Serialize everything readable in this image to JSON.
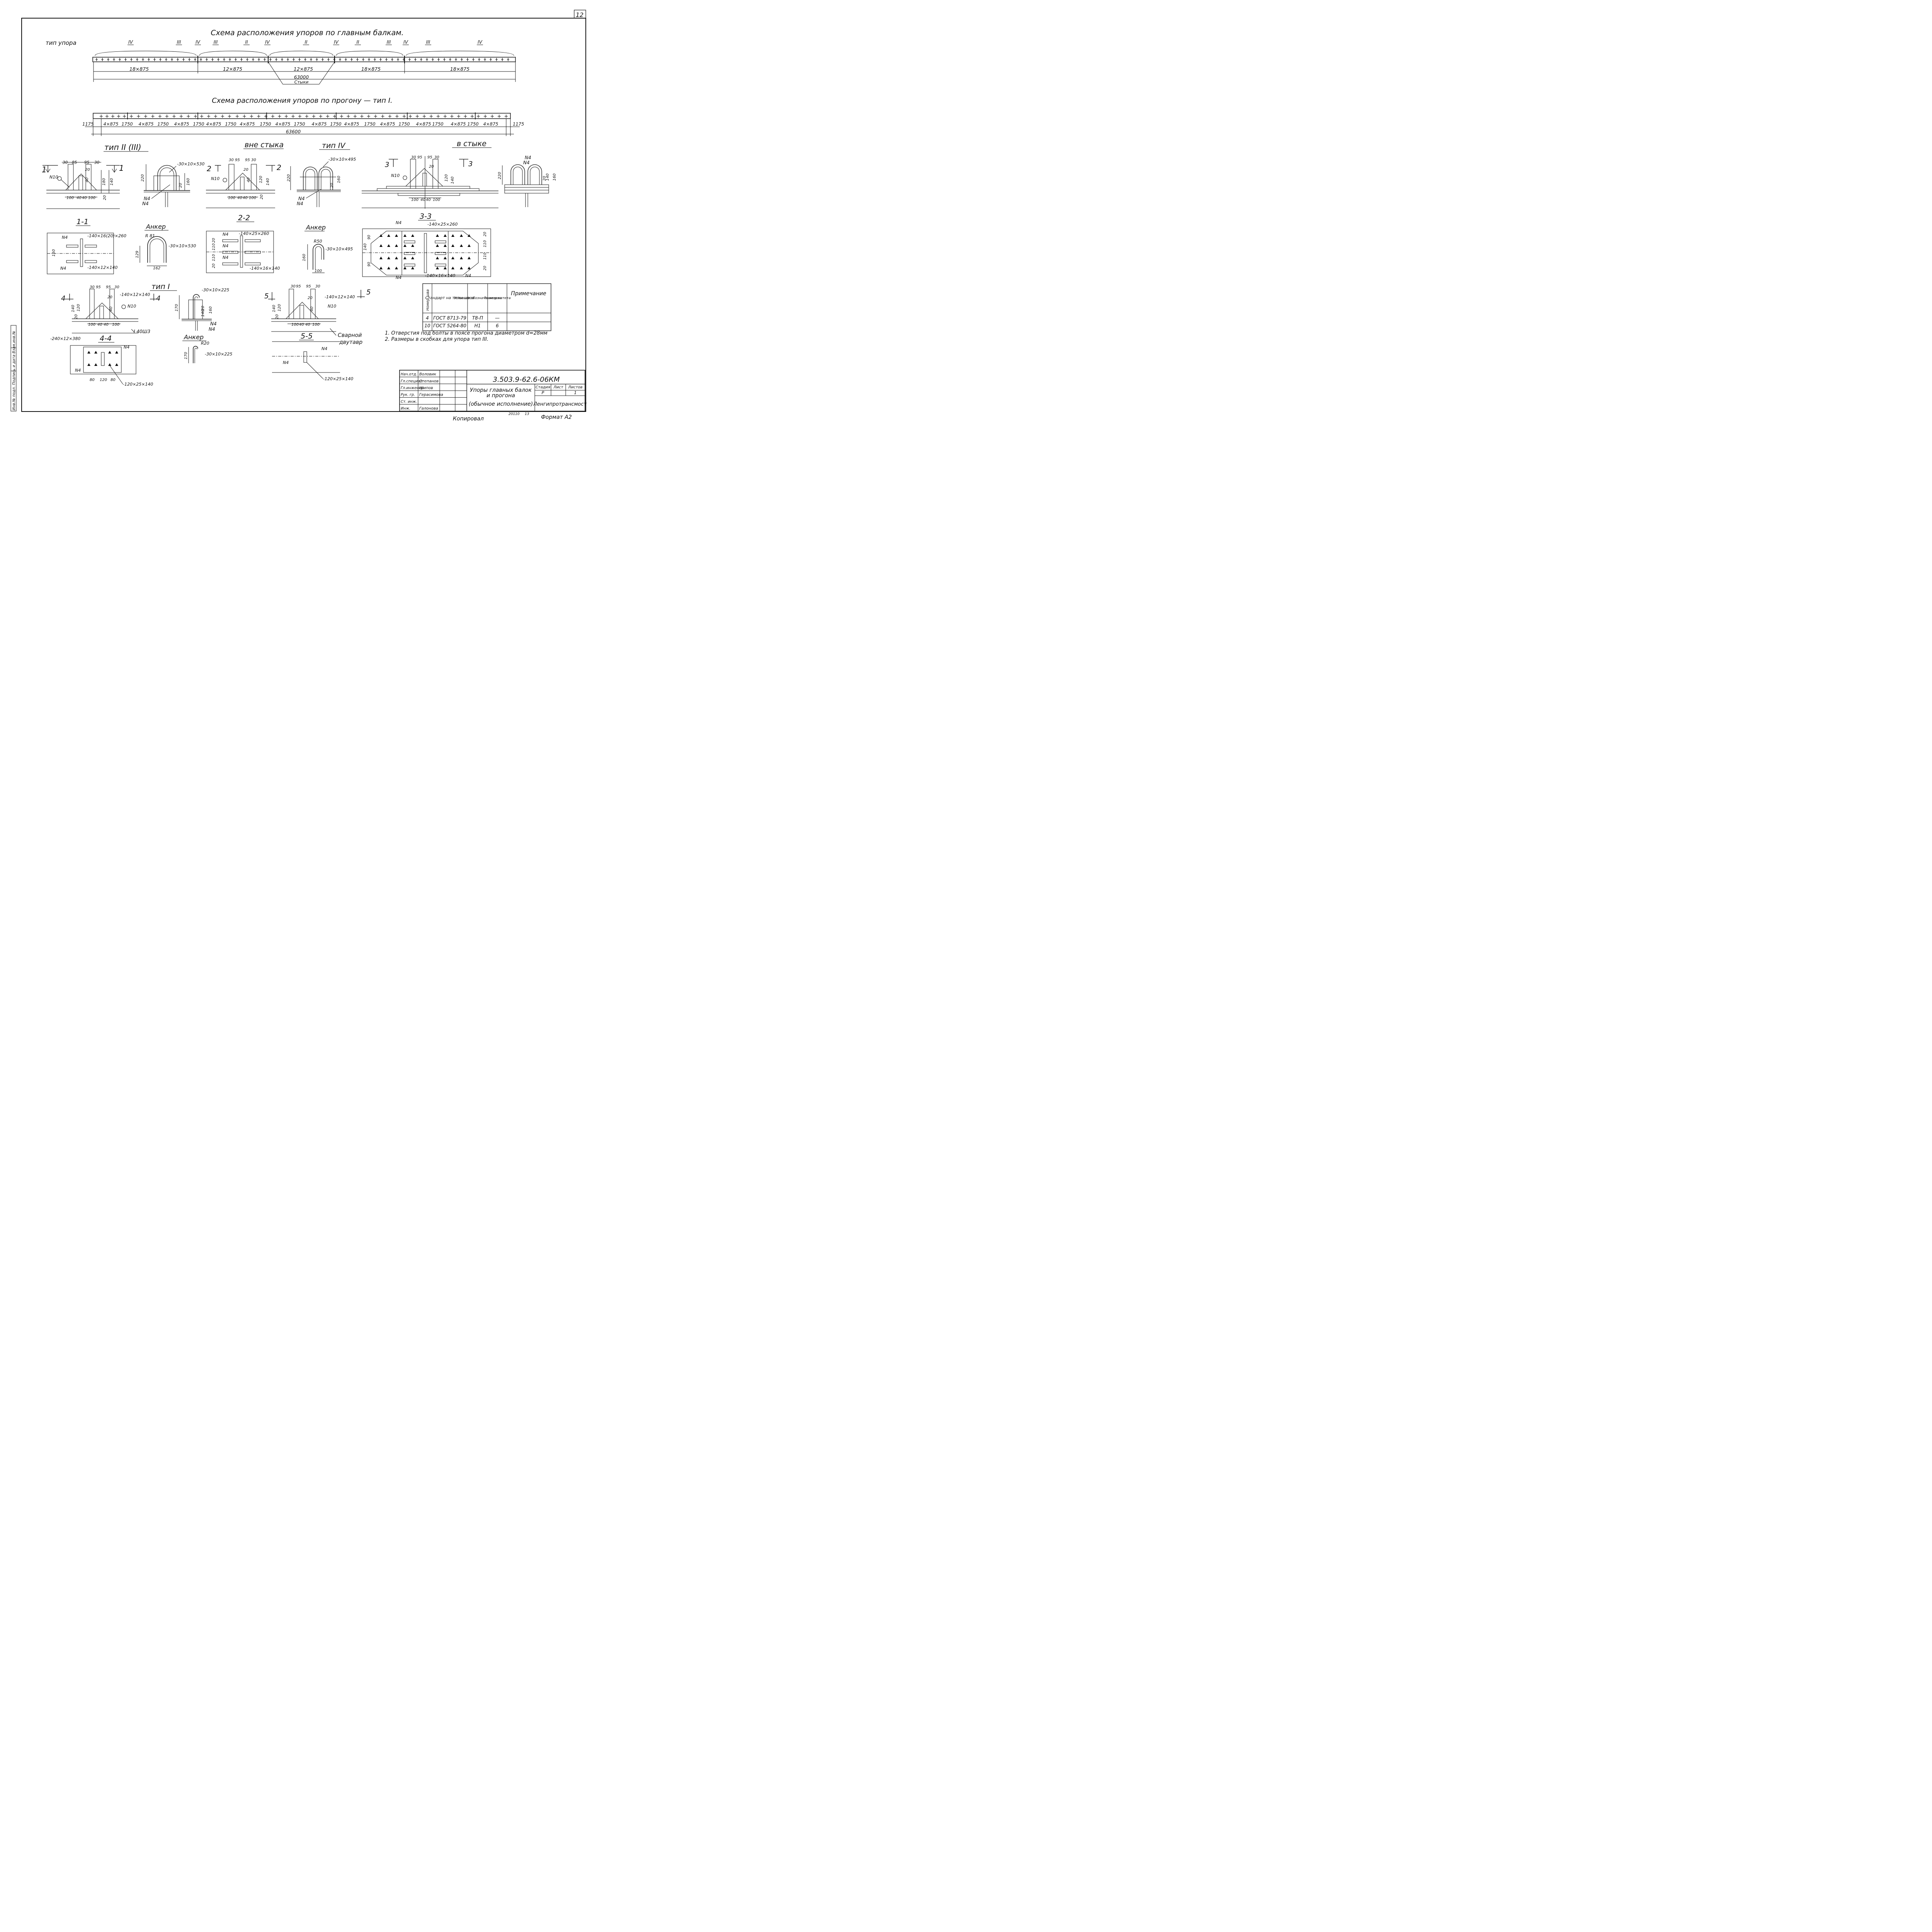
{
  "sheet_number": "12",
  "top": {
    "title": "Схема расположения упоров по главным балкам.",
    "type_label": "тип упора",
    "type_marks": [
      "IV",
      "III",
      "IV",
      "III",
      "II",
      "IV",
      "II",
      "IV",
      "II",
      "III",
      "IV",
      "III",
      "IV"
    ],
    "spans": [
      "18×875",
      "12×875",
      "12×875",
      "18×875",
      "18×875"
    ],
    "total": "63000",
    "joints": "Стыки"
  },
  "purlin": {
    "title": "Схема расположения упоров по прогону — тип I.",
    "end_left": "1175",
    "end_right": "1175",
    "seq": [
      "4×875",
      "1750",
      "4×875",
      "1750",
      "4×875",
      "1750",
      "4×875",
      "1750",
      "4×875",
      "1750",
      "4×875",
      "1750",
      "4×875",
      "1750",
      "4×875",
      "1750",
      "4×875",
      "1750",
      "4×875",
      "1750",
      "4×875",
      "1750",
      "4×875"
    ],
    "total": "63600"
  },
  "headings": {
    "type23": "тип II (III)",
    "outside_joint": "вне стыка",
    "type4": "тип IV",
    "in_joint": "в стыке",
    "type1": "тип I",
    "sec11": "1-1",
    "sec22": "2-2",
    "sec33": "3-3",
    "sec44": "4-4",
    "sec55": "5-5",
    "anchor": "Анкер"
  },
  "labels": {
    "n4": "N4",
    "n10": "N10",
    "cut1": "1",
    "cut2": "2",
    "cut3": "3",
    "cut4": "4",
    "cut5": "5",
    "p_30x10x530": "-30×10×530",
    "p_30x10x495": "-30×10×495",
    "p_30x10x225": "-30×10×225",
    "p_140x16_20_260": "-140×16(20)×260",
    "p_140x12x140": "-140×12×140",
    "p_140x25x260": "-140×25×260",
    "p_140x16x140": "-140×16×140",
    "p_240x12x380": "-240×12×380",
    "p_120x25x140": "-120×25×140",
    "beam_i40": "I 40Ш3",
    "welded_beam_1": "Сварной",
    "welded_beam_2": "двутавр",
    "r81": "R 81",
    "r50": "R50",
    "r20": "R20"
  },
  "dims": {
    "d30": "30",
    "d85": "85",
    "d95": "95",
    "d20": "20",
    "d40": "40",
    "d100": "100",
    "d120": "120",
    "d140": "140",
    "d160": "160",
    "d180": "180",
    "d220": "220",
    "d129": "129",
    "d162": "162",
    "d170": "170",
    "d150": "150",
    "d110": "110",
    "d90": "90",
    "d80": "80"
  },
  "weld_table": {
    "headers": [
      "Номер шва",
      "Стандарт на типы швов",
      "Условное обозначение шва",
      "Размер катета",
      "Примечание"
    ],
    "rows": [
      [
        "4",
        "ГОСТ 8713-79",
        "Т8-П",
        "—",
        ""
      ],
      [
        "10",
        "ГОСТ 5264-80",
        "Н1",
        "6",
        ""
      ]
    ]
  },
  "notes": [
    "1. Отверстия под болты в поясе прогона диаметром d=28мм",
    "2. Размеры в скобках для упора тип III."
  ],
  "stamp": {
    "code": "3.503.9-62.6-06КМ",
    "title_lines": [
      "Упоры главных балок",
      "и прогона",
      "(обычное исполнение)"
    ],
    "stage_h": "Стадия",
    "sheet_h": "Лист",
    "sheets_h": "Листов",
    "stage": "Р",
    "sheet": "",
    "sheets": "1",
    "org": "Ленгипротрансмост",
    "roles": [
      "Нач.отд.",
      "Гл.специал.",
      "Гл.инженер",
      "Рук. гр.",
      "Ст. инж.",
      "Инж."
    ],
    "names": [
      "Воловик",
      "Степанов",
      "Шипов",
      "Герасимова",
      "",
      "Галонова"
    ]
  },
  "side_stamp": "Инв.№ подл.   Подпись и дата   Взам.инв.№",
  "footer": {
    "copied": "Копировал",
    "code_small": "20110",
    "num_small": "13",
    "format": "Формат А2"
  }
}
